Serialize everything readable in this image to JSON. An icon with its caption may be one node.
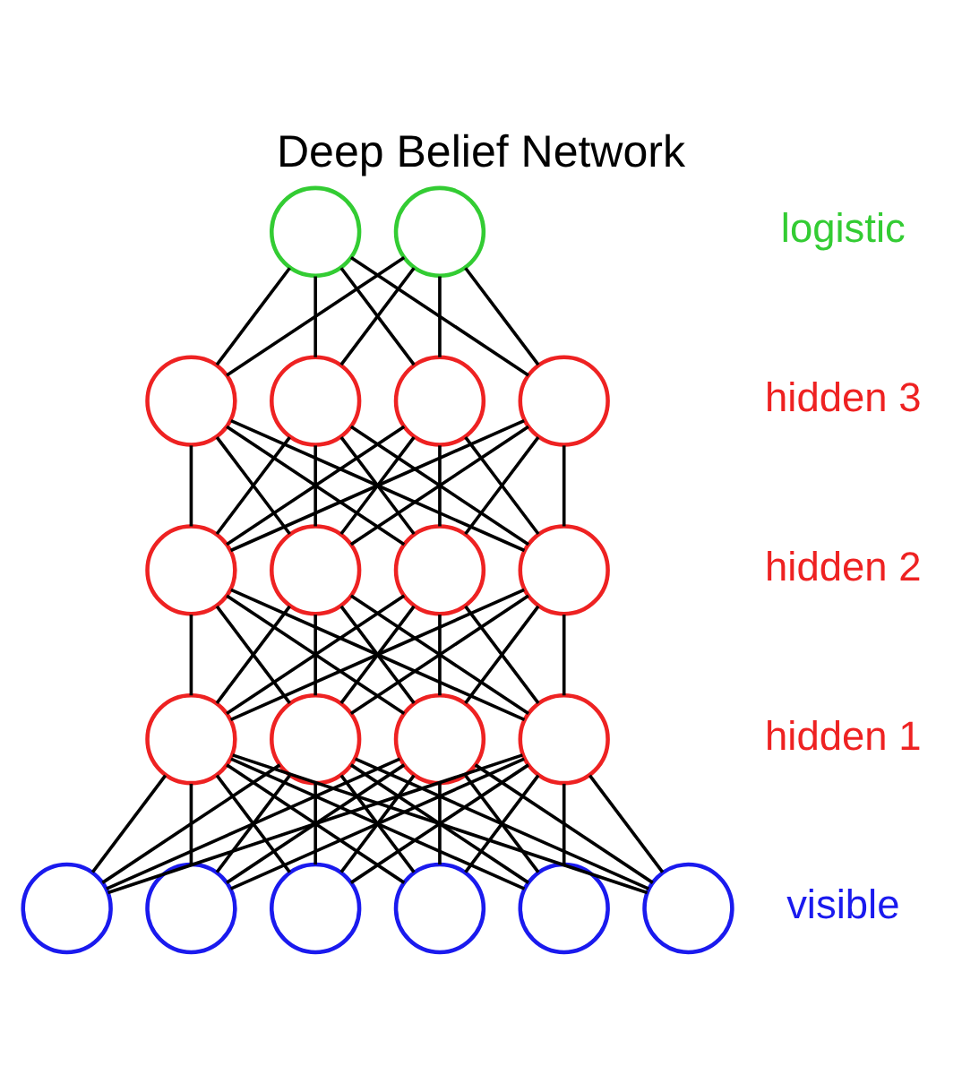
{
  "diagram": {
    "title": "Deep Belief Network",
    "nodes": [
      {
        "text": [],
        "shape": "circle"
      },
      {
        "text": [],
        "shape": "circle"
      },
      {
        "text": [],
        "shape": "circle"
      },
      {
        "text": [],
        "shape": "circle"
      },
      {
        "text": [],
        "shape": "circle"
      },
      {
        "text": [],
        "shape": "circle"
      },
      {
        "text": [],
        "shape": "circle"
      },
      {
        "text": [],
        "shape": "circle"
      },
      {
        "text": [],
        "shape": "circle"
      },
      {
        "text": [],
        "shape": "circle"
      },
      {
        "text": [],
        "shape": "circle"
      },
      {
        "text": [],
        "shape": "circle"
      },
      {
        "text": [],
        "shape": "circle"
      },
      {
        "text": [],
        "shape": "circle"
      },
      {
        "text": [],
        "shape": "circle"
      },
      {
        "text": [],
        "shape": "circle"
      },
      {
        "text": [],
        "shape": "circle"
      },
      {
        "text": [],
        "shape": "circle"
      },
      {
        "text": [],
        "shape": "circle"
      },
      {
        "text": [],
        "shape": "circle"
      }
    ],
    "edges": [
      {
        "from": 0,
        "to": 2,
        "arrow": "none"
      },
      {
        "from": 0,
        "to": 3,
        "arrow": "none"
      },
      {
        "from": 0,
        "to": 4,
        "arrow": "none"
      },
      {
        "from": 0,
        "to": 5,
        "arrow": "none"
      },
      {
        "from": 1,
        "to": 2,
        "arrow": "none"
      },
      {
        "from": 1,
        "to": 3,
        "arrow": "none"
      },
      {
        "from": 1,
        "to": 4,
        "arrow": "none"
      },
      {
        "from": 1,
        "to": 5,
        "arrow": "none"
      },
      {
        "from": 2,
        "to": 6,
        "arrow": "none"
      },
      {
        "from": 2,
        "to": 7,
        "arrow": "none"
      },
      {
        "from": 2,
        "to": 8,
        "arrow": "none"
      },
      {
        "from": 2,
        "to": 9,
        "arrow": "none"
      },
      {
        "from": 3,
        "to": 6,
        "arrow": "none"
      },
      {
        "from": 3,
        "to": 7,
        "arrow": "none"
      },
      {
        "from": 3,
        "to": 8,
        "arrow": "none"
      },
      {
        "from": 3,
        "to": 9,
        "arrow": "none"
      },
      {
        "from": 4,
        "to": 6,
        "arrow": "none"
      },
      {
        "from": 4,
        "to": 7,
        "arrow": "none"
      },
      {
        "from": 4,
        "to": 8,
        "arrow": "none"
      },
      {
        "from": 4,
        "to": 9,
        "arrow": "none"
      },
      {
        "from": 5,
        "to": 6,
        "arrow": "none"
      },
      {
        "from": 5,
        "to": 7,
        "arrow": "none"
      },
      {
        "from": 5,
        "to": 8,
        "arrow": "none"
      },
      {
        "from": 5,
        "to": 9,
        "arrow": "none"
      },
      {
        "from": 6,
        "to": 10,
        "arrow": "none"
      },
      {
        "from": 6,
        "to": 11,
        "arrow": "none"
      },
      {
        "from": 6,
        "to": 12,
        "arrow": "none"
      },
      {
        "from": 6,
        "to": 13,
        "arrow": "none"
      },
      {
        "from": 7,
        "to": 10,
        "arrow": "none"
      },
      {
        "from": 7,
        "to": 11,
        "arrow": "none"
      },
      {
        "from": 7,
        "to": 12,
        "arrow": "none"
      },
      {
        "from": 7,
        "to": 13,
        "arrow": "none"
      },
      {
        "from": 8,
        "to": 10,
        "arrow": "none"
      },
      {
        "from": 8,
        "to": 11,
        "arrow": "none"
      },
      {
        "from": 8,
        "to": 12,
        "arrow": "none"
      },
      {
        "from": 8,
        "to": 13,
        "arrow": "none"
      },
      {
        "from": 9,
        "to": 10,
        "arrow": "none"
      },
      {
        "from": 9,
        "to": 11,
        "arrow": "none"
      },
      {
        "from": 9,
        "to": 12,
        "arrow": "none"
      },
      {
        "from": 9,
        "to": 13,
        "arrow": "none"
      },
      {
        "from": 10,
        "to": 14,
        "arrow": "none"
      },
      {
        "from": 10,
        "to": 15,
        "arrow": "none"
      },
      {
        "from": 10,
        "to": 16,
        "arrow": "none"
      },
      {
        "from": 10,
        "to": 17,
        "arrow": "none"
      },
      {
        "from": 10,
        "to": 18,
        "arrow": "none"
      },
      {
        "from": 10,
        "to": 19,
        "arrow": "none"
      },
      {
        "from": 11,
        "to": 14,
        "arrow": "none"
      },
      {
        "from": 11,
        "to": 15,
        "arrow": "none"
      },
      {
        "from": 11,
        "to": 16,
        "arrow": "none"
      },
      {
        "from": 11,
        "to": 17,
        "arrow": "none"
      },
      {
        "from": 11,
        "to": 18,
        "arrow": "none"
      },
      {
        "from": 11,
        "to": 19,
        "arrow": "none"
      },
      {
        "from": 12,
        "to": 14,
        "arrow": "none"
      },
      {
        "from": 12,
        "to": 15,
        "arrow": "none"
      },
      {
        "from": 12,
        "to": 16,
        "arrow": "none"
      },
      {
        "from": 12,
        "to": 17,
        "arrow": "none"
      },
      {
        "from": 12,
        "to": 18,
        "arrow": "none"
      },
      {
        "from": 12,
        "to": 19,
        "arrow": "none"
      },
      {
        "from": 13,
        "to": 14,
        "arrow": "none"
      },
      {
        "from": 13,
        "to": 15,
        "arrow": "none"
      },
      {
        "from": 13,
        "to": 16,
        "arrow": "none"
      },
      {
        "from": 13,
        "to": 17,
        "arrow": "none"
      },
      {
        "from": 13,
        "to": 18,
        "arrow": "none"
      },
      {
        "from": 13,
        "to": 19,
        "arrow": "none"
      }
    ],
    "labels": [
      "logistic",
      "hidden 3",
      "hidden 2",
      "hidden 1",
      "visible"
    ]
  }
}
